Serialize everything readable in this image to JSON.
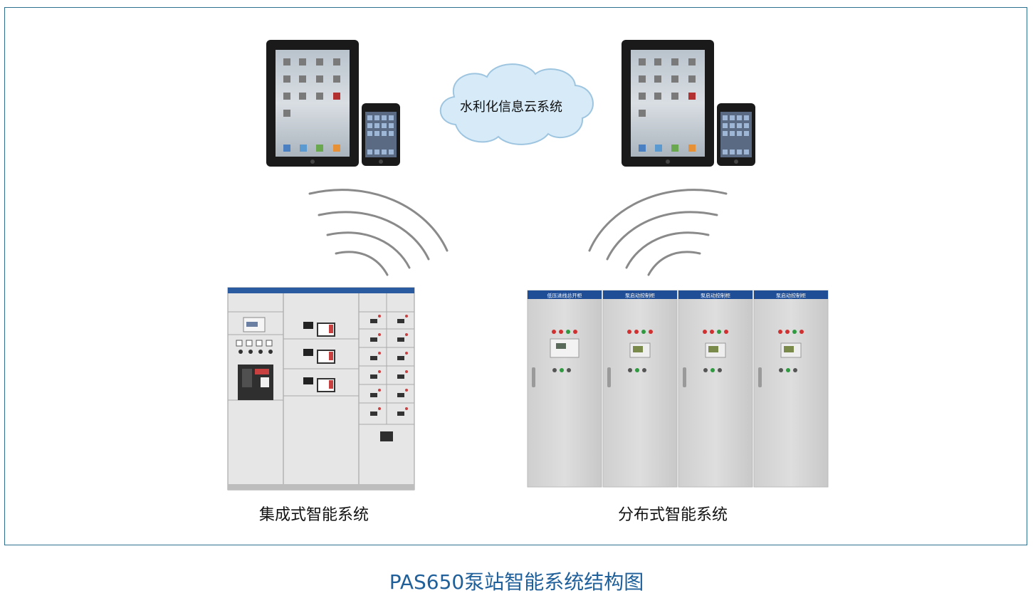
{
  "cloud": {
    "label": "水利化信息云系统"
  },
  "systems": {
    "left": {
      "label": "集成式智能系统"
    },
    "right": {
      "label": "分布式智能系统",
      "cabinet_titles": [
        "低压进线总开柜",
        "泵启动控制柜",
        "泵启动控制柜",
        "泵启动控制柜"
      ]
    }
  },
  "caption": "PAS650泵站智能系统结构图",
  "colors": {
    "frame": "#2f6f8f",
    "caption": "#1f5f9a",
    "cloud_fill": "#d6eaf8",
    "cabinet_header": "#1f4e96",
    "cabinet_body": "#d6d6d6",
    "wave": "#8a8a8a"
  }
}
